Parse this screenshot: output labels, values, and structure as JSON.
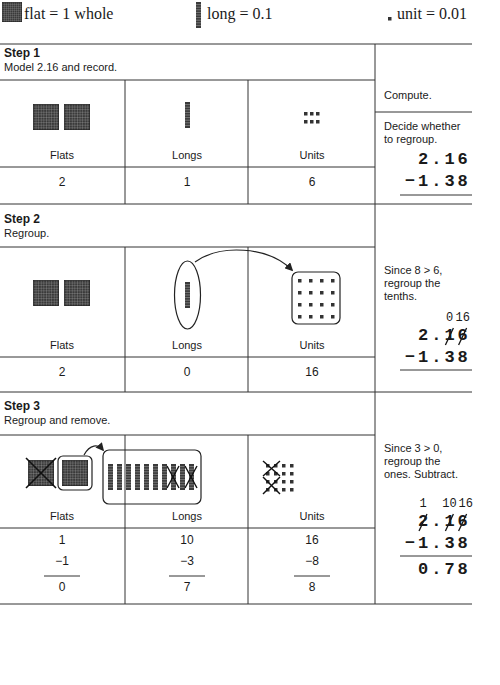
{
  "diagram": {
    "nodes": [
      {
        "text": [
          "Step 1",
          "Model 2.16 and record."
        ]
      },
      {
        "text": [
          "Compute."
        ]
      },
      {
        "text": [
          "Step 2",
          "Regroup."
        ]
      },
      {
        "text": [
          "Step 3",
          "Regroup and remove."
        ]
      }
    ],
    "labels": [
      "flat = 1 whole",
      "long = 0.1",
      "unit = 0.01",
      "Flats",
      "Longs",
      "Units",
      "2",
      "1",
      "6",
      "Decide whether to regroup.",
      "2.16",
      "−1.38",
      "Flats",
      "Longs",
      "Units",
      "2",
      "0",
      "16",
      "Since 8 > 6, regroup the tenths.",
      "0",
      "16",
      "2.16",
      "−1.38",
      "Flats",
      "Longs",
      "Units",
      "1",
      "10",
      "16",
      "−1",
      "−3",
      "−8",
      "0",
      "7",
      "8",
      "Since 3 > 0, regroup the ones. Subtract.",
      "1",
      "10",
      "16",
      "2.16",
      "−1.38",
      "0.78"
    ]
  }
}
